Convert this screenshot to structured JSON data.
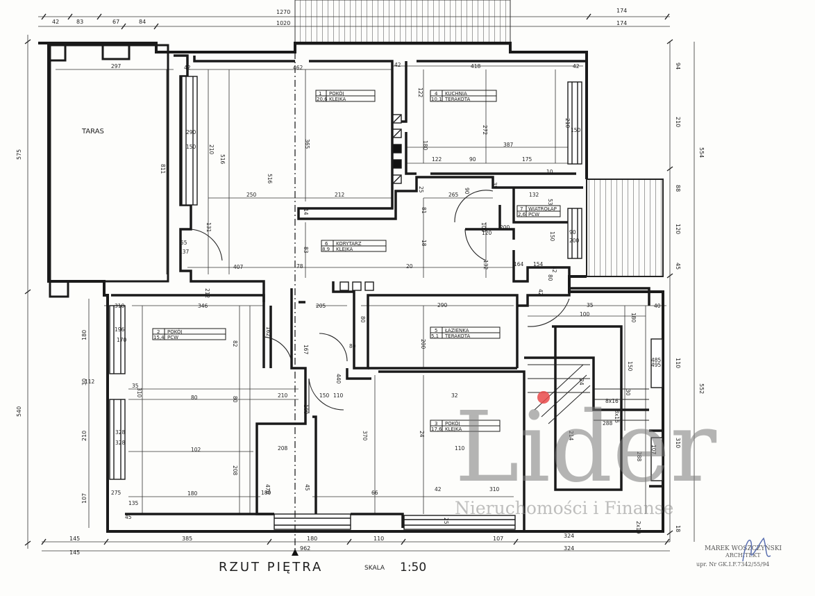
{
  "plan_title": "RZUT PIĘTRA",
  "scale_label": "SKALA",
  "scale_value": "1:50",
  "terrace_label": "TARAS",
  "rooms": [
    {
      "no": "1",
      "name": "POKÓJ",
      "area": "20,6",
      "floor": "KLEJKA"
    },
    {
      "no": "2",
      "name": "POKÓJ",
      "area": "15,4",
      "floor": "PCW"
    },
    {
      "no": "3",
      "name": "POKÓJ",
      "area": "17,6",
      "floor": "KLEJKA"
    },
    {
      "no": "4",
      "name": "KUCHNIA",
      "area": "10,1",
      "floor": "TERAKOTA"
    },
    {
      "no": "5",
      "name": "ŁAZIENKA",
      "area": "5,1",
      "floor": "TERAKOTA"
    },
    {
      "no": "6",
      "name": "KORYTARZ",
      "area": "8,9",
      "floor": "KLEJKA"
    },
    {
      "no": "7",
      "name": "WIATROŁAP",
      "area": "2,6",
      "floor": "PCW"
    }
  ],
  "top_dims_row1": [
    "1270",
    "174"
  ],
  "top_dims_row2": [
    "42",
    "83",
    "67",
    "84",
    "1020",
    "174"
  ],
  "left_dims": [
    "575",
    "540",
    "180",
    "30",
    "210",
    "107"
  ],
  "right_dims": [
    "94",
    "210",
    "554",
    "88",
    "120",
    "45",
    "552",
    "110",
    "310",
    "18"
  ],
  "bottom_dims_row1": [
    "145",
    "385",
    "180",
    "110",
    "107",
    "324"
  ],
  "bottom_dims_row2": [
    "145",
    "962",
    "324"
  ],
  "interior_dims": [
    "297",
    "42",
    "462",
    "42",
    "418",
    "42",
    "811",
    "290",
    "150",
    "210",
    "516",
    "516",
    "365",
    "122",
    "272",
    "210",
    "150",
    "180",
    "387",
    "122",
    "90",
    "175",
    "10",
    "250",
    "212",
    "14",
    "25",
    "90",
    "265",
    "35",
    "132",
    "53",
    "81",
    "100",
    "200",
    "120",
    "150",
    "90",
    "200",
    "55",
    "137",
    "131",
    "83",
    "18",
    "132",
    "164",
    "154",
    "407",
    "78",
    "20",
    "80",
    "42",
    "42",
    "310",
    "212",
    "346",
    "205",
    "290",
    "35",
    "100",
    "40",
    "180",
    "150",
    "196",
    "170",
    "162",
    "82",
    "167",
    "80",
    "200",
    "80",
    "440",
    "110",
    "100",
    "485",
    "495",
    "30",
    "310",
    "112",
    "80",
    "80",
    "210",
    "150",
    "328",
    "328",
    "370",
    "24",
    "32",
    "8x16",
    "24",
    "8x16",
    "288",
    "214",
    "102",
    "208",
    "208",
    "478",
    "45",
    "110",
    "180",
    "66",
    "42",
    "310",
    "275",
    "107",
    "288",
    "45",
    "180",
    "135",
    "25",
    "35",
    "2x19"
  ],
  "stamp_name": "MAREK WOSZCZYŃSKI",
  "stamp_role": "ARCHITEKT",
  "stamp_license": "upr. Nr GK.I.F.7342/55/94",
  "watermark_brand": "Lider",
  "watermark_tagline": "Nieruchomości i Finanse"
}
